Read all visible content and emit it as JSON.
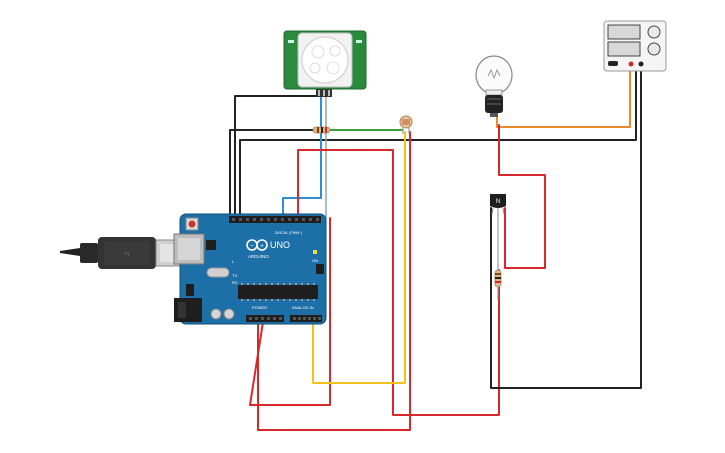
{
  "app": {
    "canvas": "circuit-breadboard-view"
  },
  "arduino": {
    "brand": "ARDUINO",
    "model": "UNO",
    "digital_label": "DIGITAL (PWM~)",
    "power_label": "POWER",
    "analog_label": "ANALOG IN",
    "tx_label": "TX",
    "rx_label": "RX",
    "on_label": "ON",
    "l_label": "L"
  },
  "pir": {
    "pins": [
      "",
      "",
      ""
    ]
  },
  "transistor": {
    "label": "N"
  },
  "power_supply": {
    "display_top": "",
    "display_bottom": ""
  },
  "wires": {
    "colors": {
      "black": "#222222",
      "red": "#d8282c",
      "orange": "#e8892b",
      "yellow": "#f2c21b",
      "green": "#3aa23a",
      "blue": "#2e8fd8",
      "gray": "#777777"
    }
  },
  "board": {
    "colors": {
      "arduino_blue": "#1d6fa8",
      "arduino_dark": "#165a8a",
      "pir_green": "#2c8a3c",
      "header_black": "#1e1e1e"
    }
  }
}
